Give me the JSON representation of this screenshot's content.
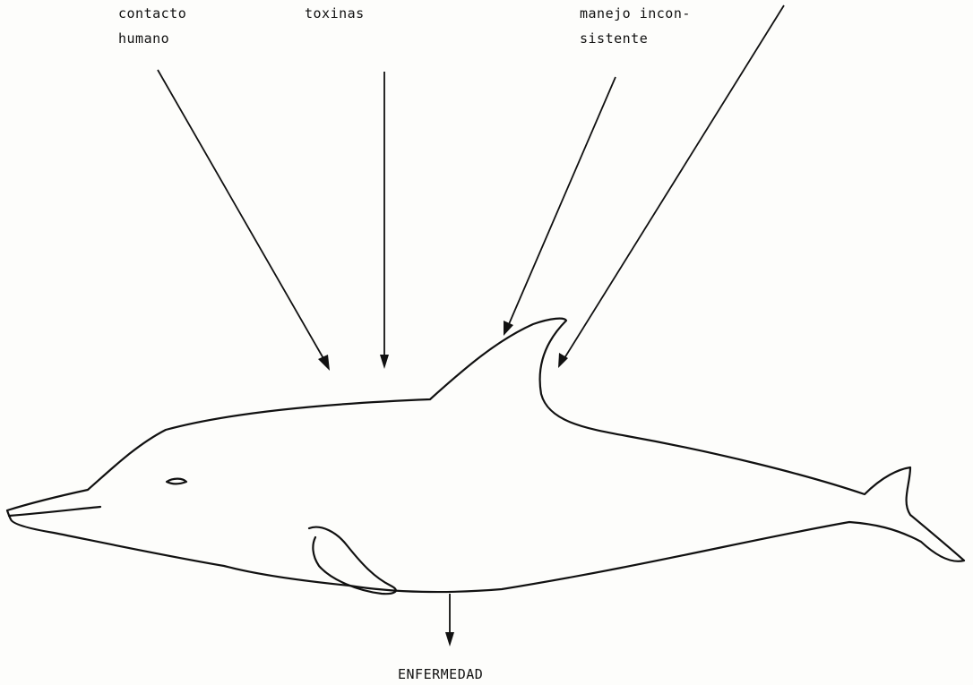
{
  "labels": {
    "contacto_line1": "contacto",
    "contacto_line2": "humano",
    "toxinas": "toxinas",
    "manejo_line1": "manejo incon-",
    "manejo_line2": "sistente",
    "outcome": "ENFERMEDAD"
  },
  "colors": {
    "ink": "#111111",
    "paper": "#fdfdfb"
  }
}
